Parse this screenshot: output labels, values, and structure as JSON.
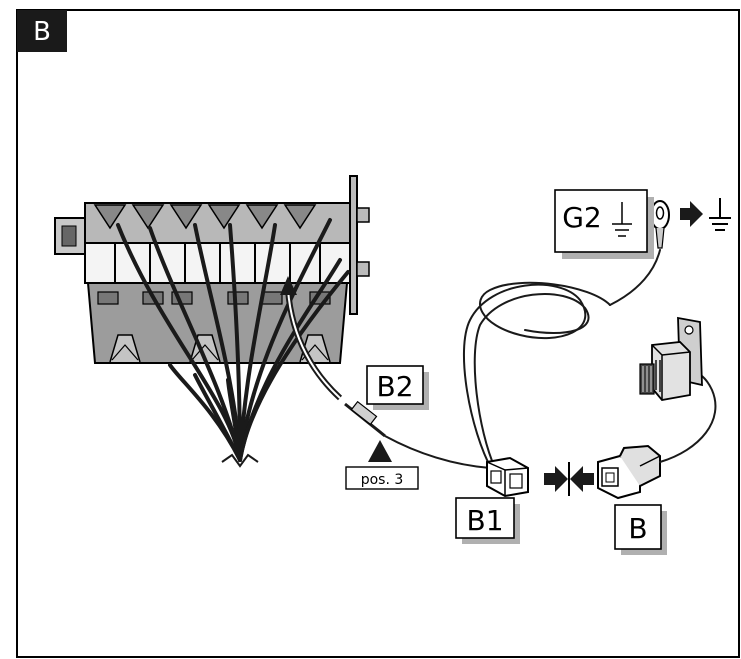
{
  "section_label": "B",
  "labels": {
    "g2": "G2",
    "b2": "B2",
    "b1": "B1",
    "b": "B",
    "pos": "pos. 3"
  },
  "icons": [
    "ground-symbol",
    "arrow-right",
    "arrow-left",
    "ring-terminal",
    "buzzer",
    "connector"
  ]
}
